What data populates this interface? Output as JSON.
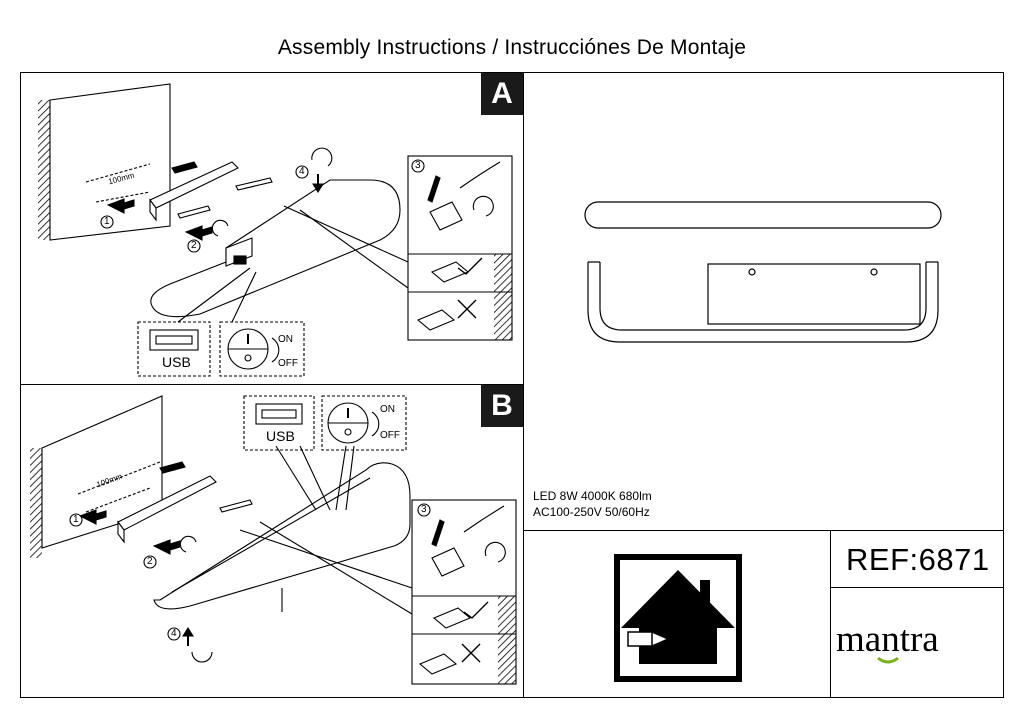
{
  "document": {
    "title": "Assembly Instructions / Instrucciónes De Montaje"
  },
  "panels": {
    "a_label": "A",
    "b_label": "B"
  },
  "annotations": {
    "distance": "100mm",
    "usb": "USB",
    "on": "ON",
    "off": "OFF",
    "steps": [
      "1",
      "2",
      "3",
      "4"
    ]
  },
  "specs": {
    "line1": "LED 8W 4000K 680lm",
    "line2": "AC100-250V 50/60Hz"
  },
  "reference": "REF:6871",
  "brand": {
    "logo_text": "mantra"
  },
  "colors": {
    "ink": "#000000",
    "label_bg": "#1a1a1a",
    "brand_accent": "#7ab317"
  },
  "icons": [
    "drill-arrow-icon",
    "screwdriver-icon",
    "rotate-arrow-icon",
    "check-icon",
    "cross-icon",
    "indoor-use-icon"
  ]
}
